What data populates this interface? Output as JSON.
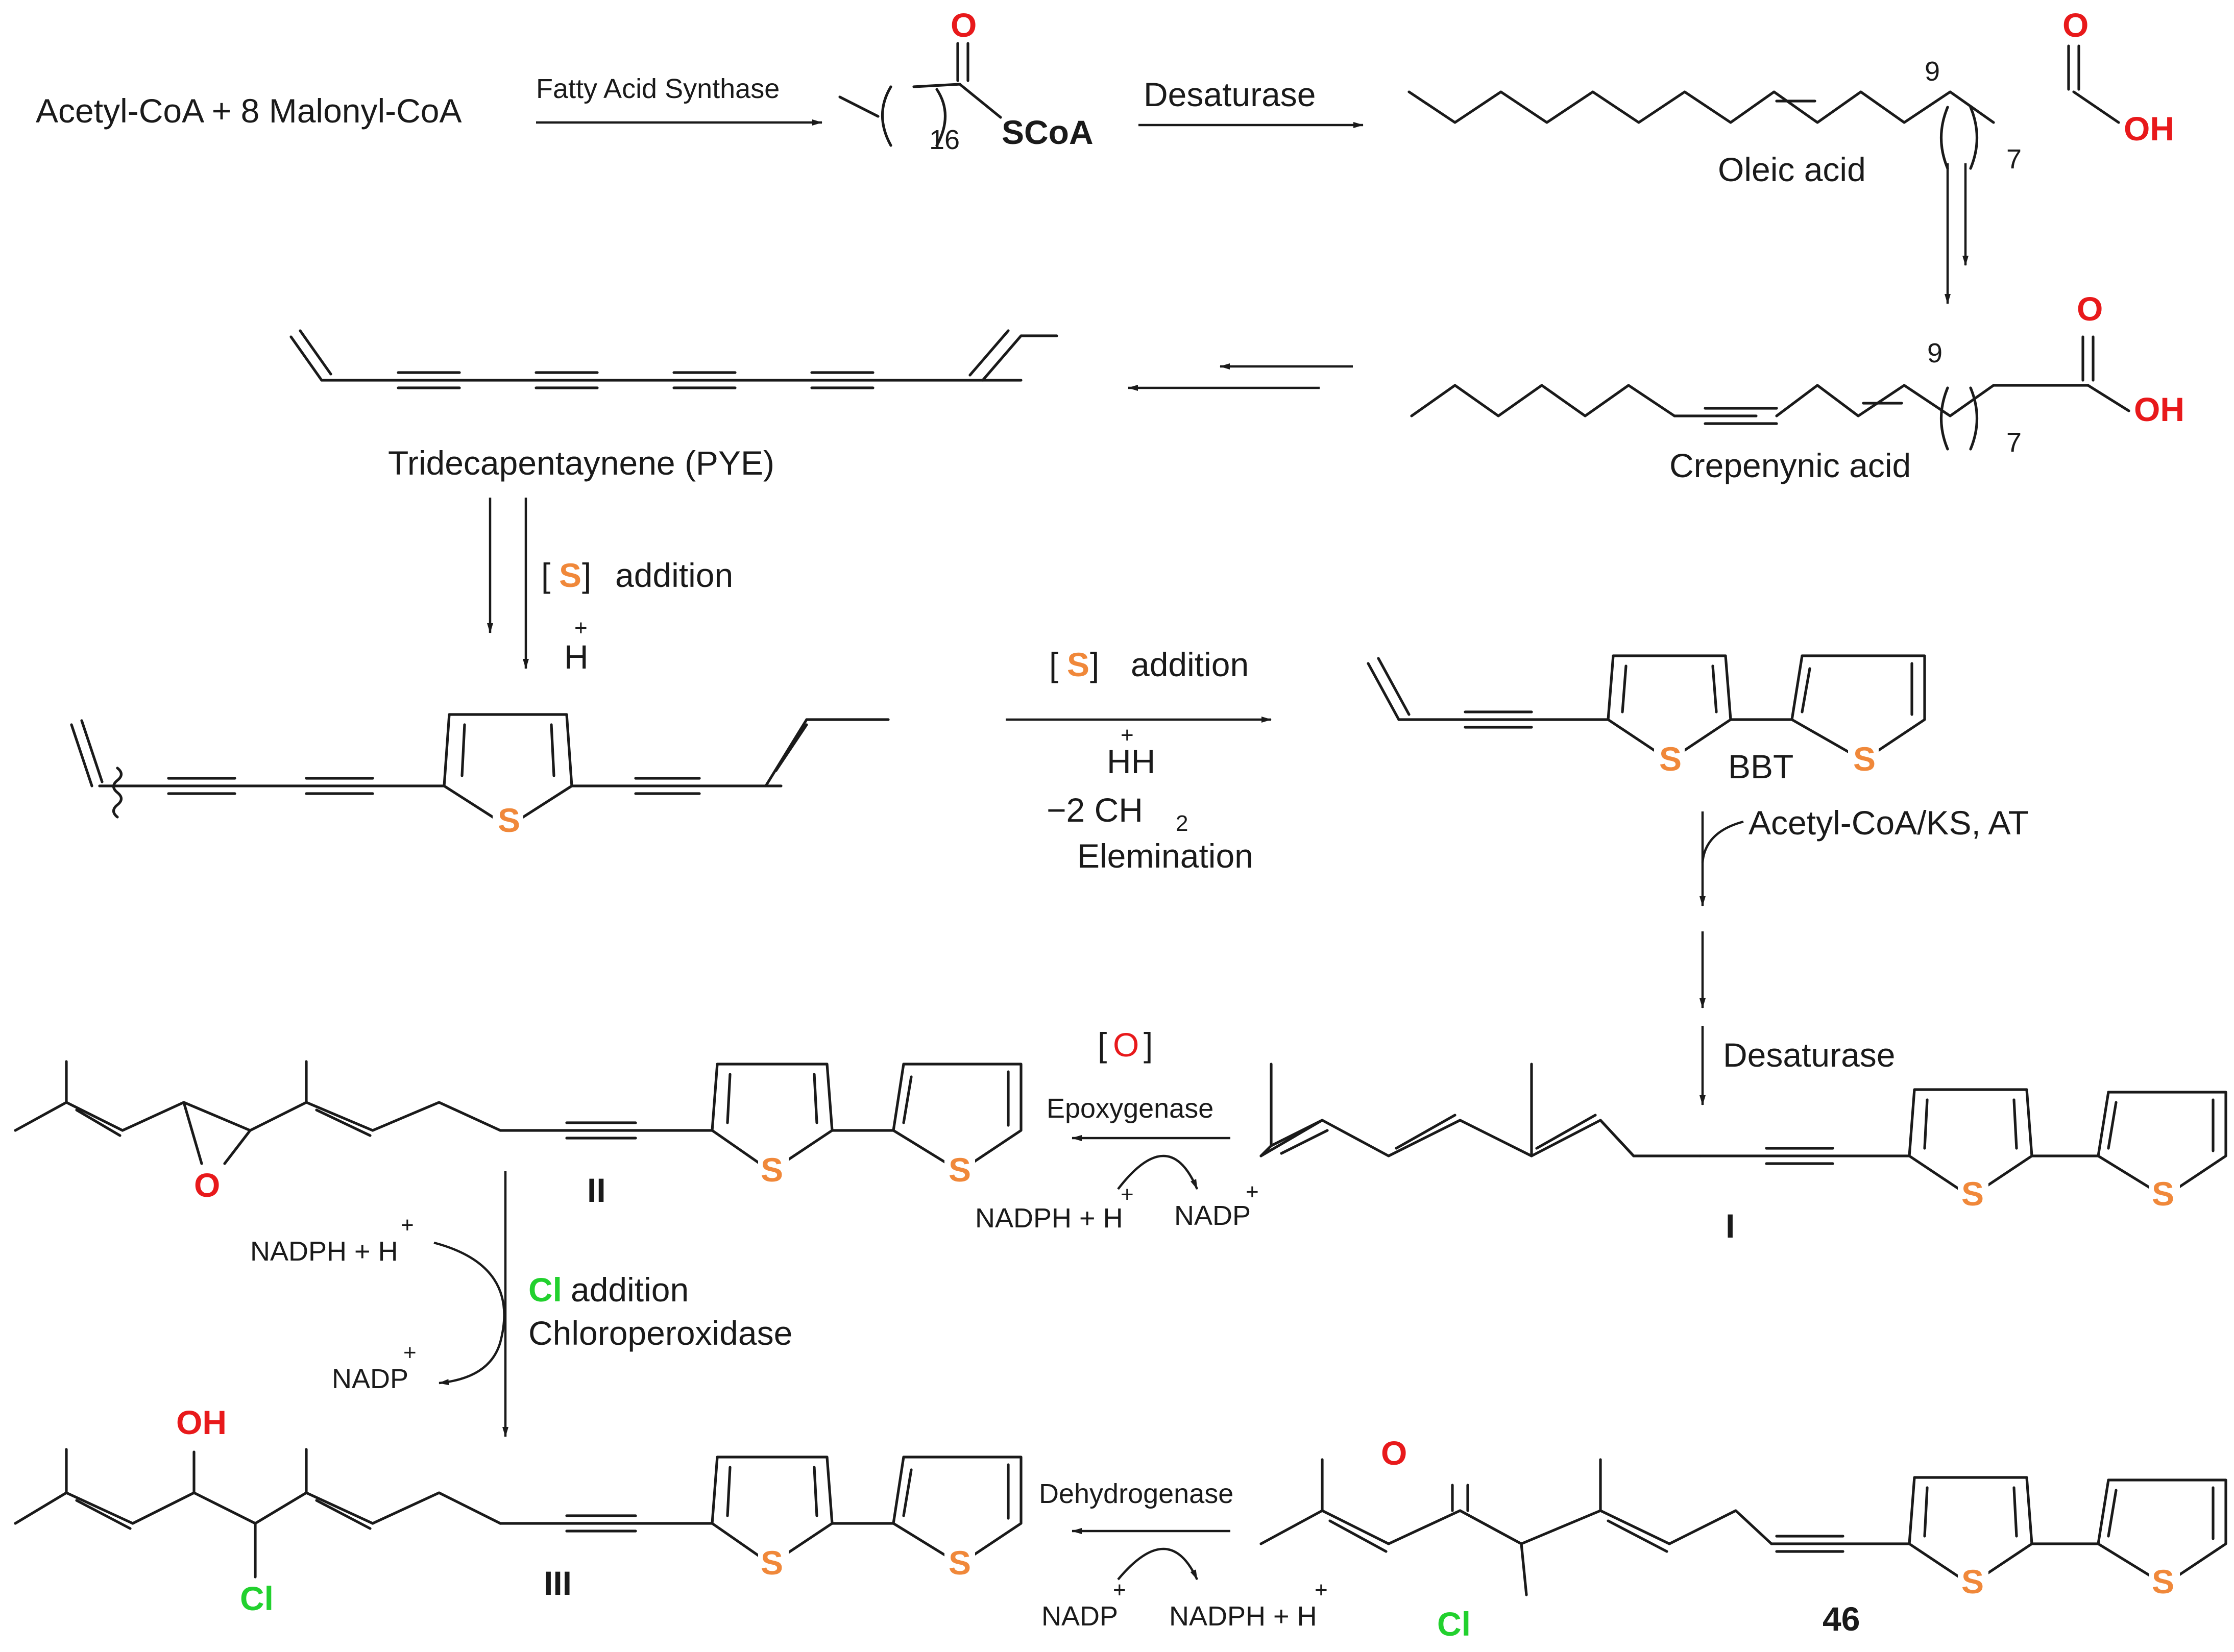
{
  "colors": {
    "ink": "#1a1a1a",
    "oxygen": "#e8191b",
    "sulfur": "#f0883a",
    "chlorine": "#22d12e"
  },
  "top": {
    "reactants": "Acetyl-CoA + 8 Malonyl-CoA",
    "fas_label": "Fatty Acid Synthase",
    "acyl_subscript": "16",
    "acyl_scoa": "SCoA",
    "acyl_o": "O",
    "desat1_label": "Desaturase",
    "oleic_name": "Oleic acid",
    "oleic_pos": "9",
    "oleic_sub": "7",
    "oleic_o": "O",
    "oleic_oh": "OH"
  },
  "row2": {
    "pye_name": "Tridecapentaynene (PYE)",
    "crep_name": "Crepenynic acid",
    "crep_pos": "9",
    "crep_sub": "7",
    "crep_o": "O",
    "crep_oh": "OH"
  },
  "row3": {
    "s_atom": "S",
    "s_addition_1": "addition",
    "h_plus_1": "H",
    "plus": "+",
    "s_addition_2": "addition",
    "hh": "HH",
    "minus_ch2": "−2 CH",
    "ch2_sub": "2",
    "elimination": "Elemination",
    "bbt_name": "BBT",
    "ks_at": "Acetyl-CoA/KS, AT"
  },
  "row4": {
    "o_reagent": "O",
    "epoxygenase": "Epoxygenase",
    "desat2_label": "Desaturase",
    "nadph_h": "NADPH + H",
    "nadp": "NADP",
    "cmp_ii": "II",
    "cmp_i": "I",
    "epoxide_o": "O"
  },
  "row5": {
    "nadph_h": "NADPH + H",
    "nadp": "NADP",
    "cl": "Cl",
    "cl_addition": "addition",
    "chloroperoxidase": "Chloroperoxidase",
    "dehydrogenase": "Dehydrogenase",
    "cmp_iii": "III",
    "cmp_46": "46",
    "oh": "OH",
    "ketone_o": "O"
  }
}
